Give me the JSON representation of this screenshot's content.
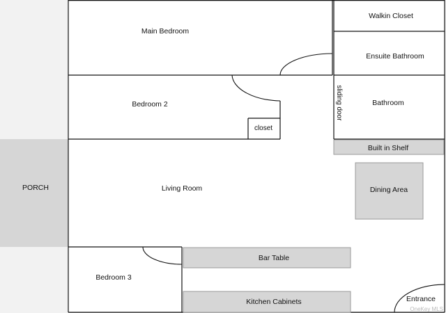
{
  "rooms": {
    "main_bedroom": "Main Bedroom",
    "walkin_closet": "Walkin Closet",
    "ensuite_bathroom": "Ensuite Bathroom",
    "bedroom_2": "Bedroom 2",
    "closet": "closet",
    "bathroom": "Bathroom",
    "sliding_door": "sliding door",
    "built_in_shelf": "Built in Shelf",
    "porch": "PORCH",
    "living_room": "Living Room",
    "dining_area": "Dining Area",
    "bar_table": "Bar Table",
    "bedroom_3": "Bedroom 3",
    "kitchen_cabinets": "Kitchen Cabinets",
    "entrance": "Entrance"
  },
  "watermark": "OneKey MLS",
  "colors": {
    "page_background": "#f2f2f2",
    "floor": "#ffffff",
    "fixture_fill": "#d6d6d6",
    "wall": "#111111"
  }
}
